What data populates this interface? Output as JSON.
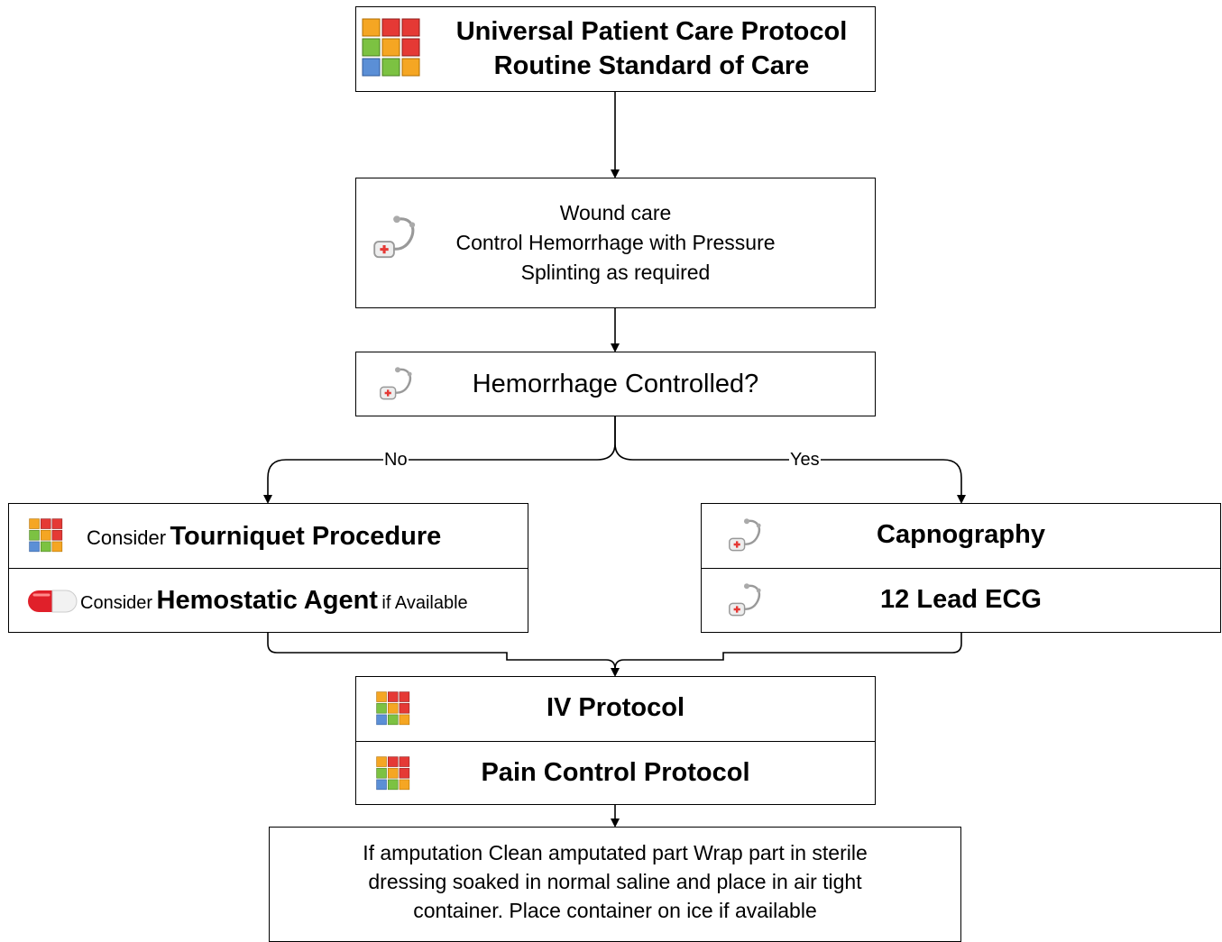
{
  "start": {
    "line1": "Universal Patient Care Protocol",
    "line2": "Routine Standard of Care",
    "icon": "protocol-grid-icon"
  },
  "wound_care": {
    "lines": [
      "Wound care",
      "Control Hemorrhage with Pressure",
      "Splinting as required"
    ],
    "icon": "stethoscope-icon"
  },
  "decision": {
    "text": "Hemorrhage Controlled?",
    "icon": "stethoscope-icon"
  },
  "edges": {
    "no": "No",
    "yes": "Yes"
  },
  "left_box": {
    "row1": {
      "prefix": "Consider",
      "main": "Tourniquet Procedure",
      "icon": "protocol-grid-icon"
    },
    "row2": {
      "prefix": "Consider",
      "main": "Hemostatic Agent",
      "suffix": "if Available",
      "icon": "medication-capsule-icon"
    }
  },
  "right_box": {
    "row1": {
      "main": "Capnography",
      "icon": "stethoscope-icon"
    },
    "row2": {
      "main": "12 Lead ECG",
      "icon": "stethoscope-icon"
    }
  },
  "protocols_box": {
    "row1": {
      "main": "IV Protocol",
      "icon": "protocol-grid-icon"
    },
    "row2": {
      "main": "Pain Control Protocol",
      "icon": "protocol-grid-icon"
    }
  },
  "amputation": {
    "lines": [
      "If amputation Clean amputated part Wrap part in sterile",
      "dressing soaked in normal saline and place in air tight",
      "container. Place container on ice if available"
    ]
  },
  "colors": {
    "grid_orange": "#f5a623",
    "grid_red": "#e53935",
    "grid_green": "#7cc242",
    "grid_blue": "#5b8fd6",
    "capsule_red": "#e0202a",
    "capsule_white": "#f2f2f2",
    "line": "#000000"
  }
}
